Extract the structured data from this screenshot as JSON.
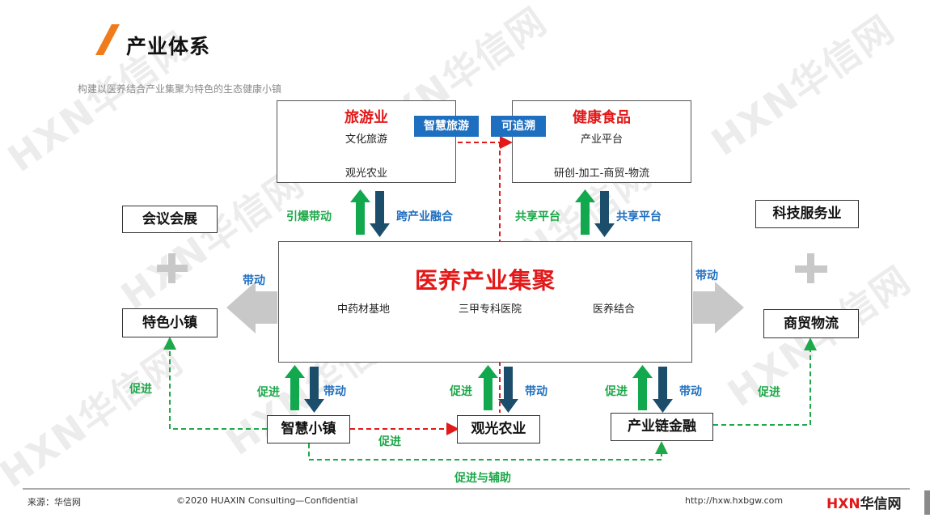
{
  "header": {
    "title": "产业体系",
    "subtitle": "构建以医养结合产业集聚为特色的生态健康小镇"
  },
  "watermark": "HXN华信网",
  "tourism": {
    "title": "旅游业",
    "line1": "文化旅游",
    "line2": "观光农业"
  },
  "health_food": {
    "title": "健康食品",
    "line1": "产业平台",
    "line2": "研创-加工-商贸-物流"
  },
  "tags": {
    "smart_tourism": "智慧旅游",
    "traceable": "可追溯"
  },
  "center": {
    "title": "医养产业集聚",
    "flow": [
      "中药材基地",
      "三甲专科医院",
      "医养结合"
    ]
  },
  "side_nodes": {
    "conference": "会议会展",
    "feature_town": "特色小镇",
    "tech_service": "科技服务业",
    "trade_logistics": "商贸物流"
  },
  "bottom_nodes": {
    "smart_town": "智慧小镇",
    "sightseeing_agri": "观光农业",
    "chain_finance": "产业链金融"
  },
  "labels": {
    "ignite": "引爆带动",
    "cross_fusion": "跨产业融合",
    "share1": "共享平台",
    "share2": "共享平台",
    "drive_left": "带动",
    "drive_right": "带动",
    "promote_a": "促进",
    "drive_a": "带动",
    "promote_b": "促进",
    "drive_b": "带动",
    "promote_c": "促进",
    "drive_c": "带动",
    "promote_left": "促进",
    "promote_right": "促进",
    "promote_mid": "促进",
    "promote_assist": "促进与辅助"
  },
  "footer": {
    "source": "来源：华信网",
    "copyright": "©2020 HUAXIN Consulting—Confidential",
    "url": "http://hxw.hxbgw.com",
    "logo_hxn": "HXN",
    "logo_cn": "华信网"
  },
  "colors": {
    "accent_orange": "#f07b1a",
    "red": "#e31818",
    "blue": "#1f6fc0",
    "green_arrow": "#12a84e",
    "dark_arrow": "#1c4e6b",
    "dashed_green": "#1ea84a",
    "dashed_red": "#e31818",
    "gray_arrow": "#c8c8c8"
  }
}
